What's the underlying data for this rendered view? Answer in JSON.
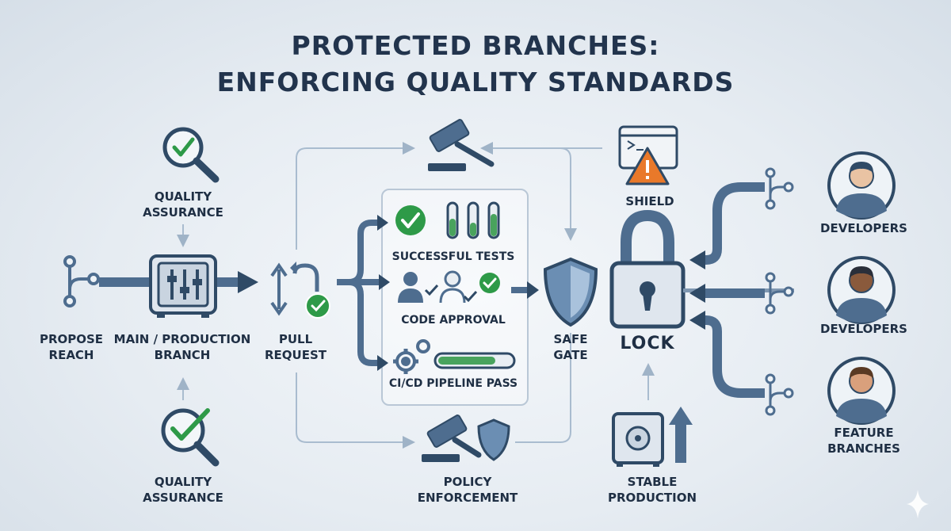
{
  "title": {
    "line1": "PROTECTED BRANCHES:",
    "line2": "ENFORCING QUALITY STANDARDS"
  },
  "labels": {
    "qa_top": "QUALITY\nASSURANCE",
    "qa_bottom": "QUALITY\nASSURANCE",
    "propose_reach": "PROPOSE\nREACH",
    "main_branch": "MAIN / PRODUCTION\nBRANCH",
    "pull_request": "PULL\nREQUEST",
    "successful_tests": "SUCCESSFUL TESTS",
    "code_approval": "CODE APPROVAL",
    "ci_cd": "CI/CD PIPELINE PASS",
    "safe_gate": "SAFE\nGATE",
    "shield": "SHIELD",
    "lock": "LOCK",
    "policy": "POLICY\nENFORCEMENT",
    "stable": "STABLE\nPRODUCTION",
    "developers_1": "DEVELOPERS",
    "developers_2": "DEVELOPERS",
    "feature_branches": "FEATURE\nBRANCHES"
  },
  "icons": [
    "magnifier-check-icon",
    "vault-icon",
    "git-branch-icon",
    "pull-request-icon",
    "check-icon",
    "test-tubes-icon",
    "reviewers-icon",
    "gears-icon",
    "progress-bar",
    "shield-icon",
    "padlock-icon",
    "gavel-icon",
    "terminal-warning-icon",
    "safe-icon",
    "up-arrow-icon",
    "developer-avatar-icon",
    "sparkle-icon"
  ],
  "colors": {
    "navy": "#2f4a66",
    "steel": "#4e6d8f",
    "green": "#2e9a48",
    "orange": "#e9792a",
    "connector": "#9fb3c7"
  }
}
